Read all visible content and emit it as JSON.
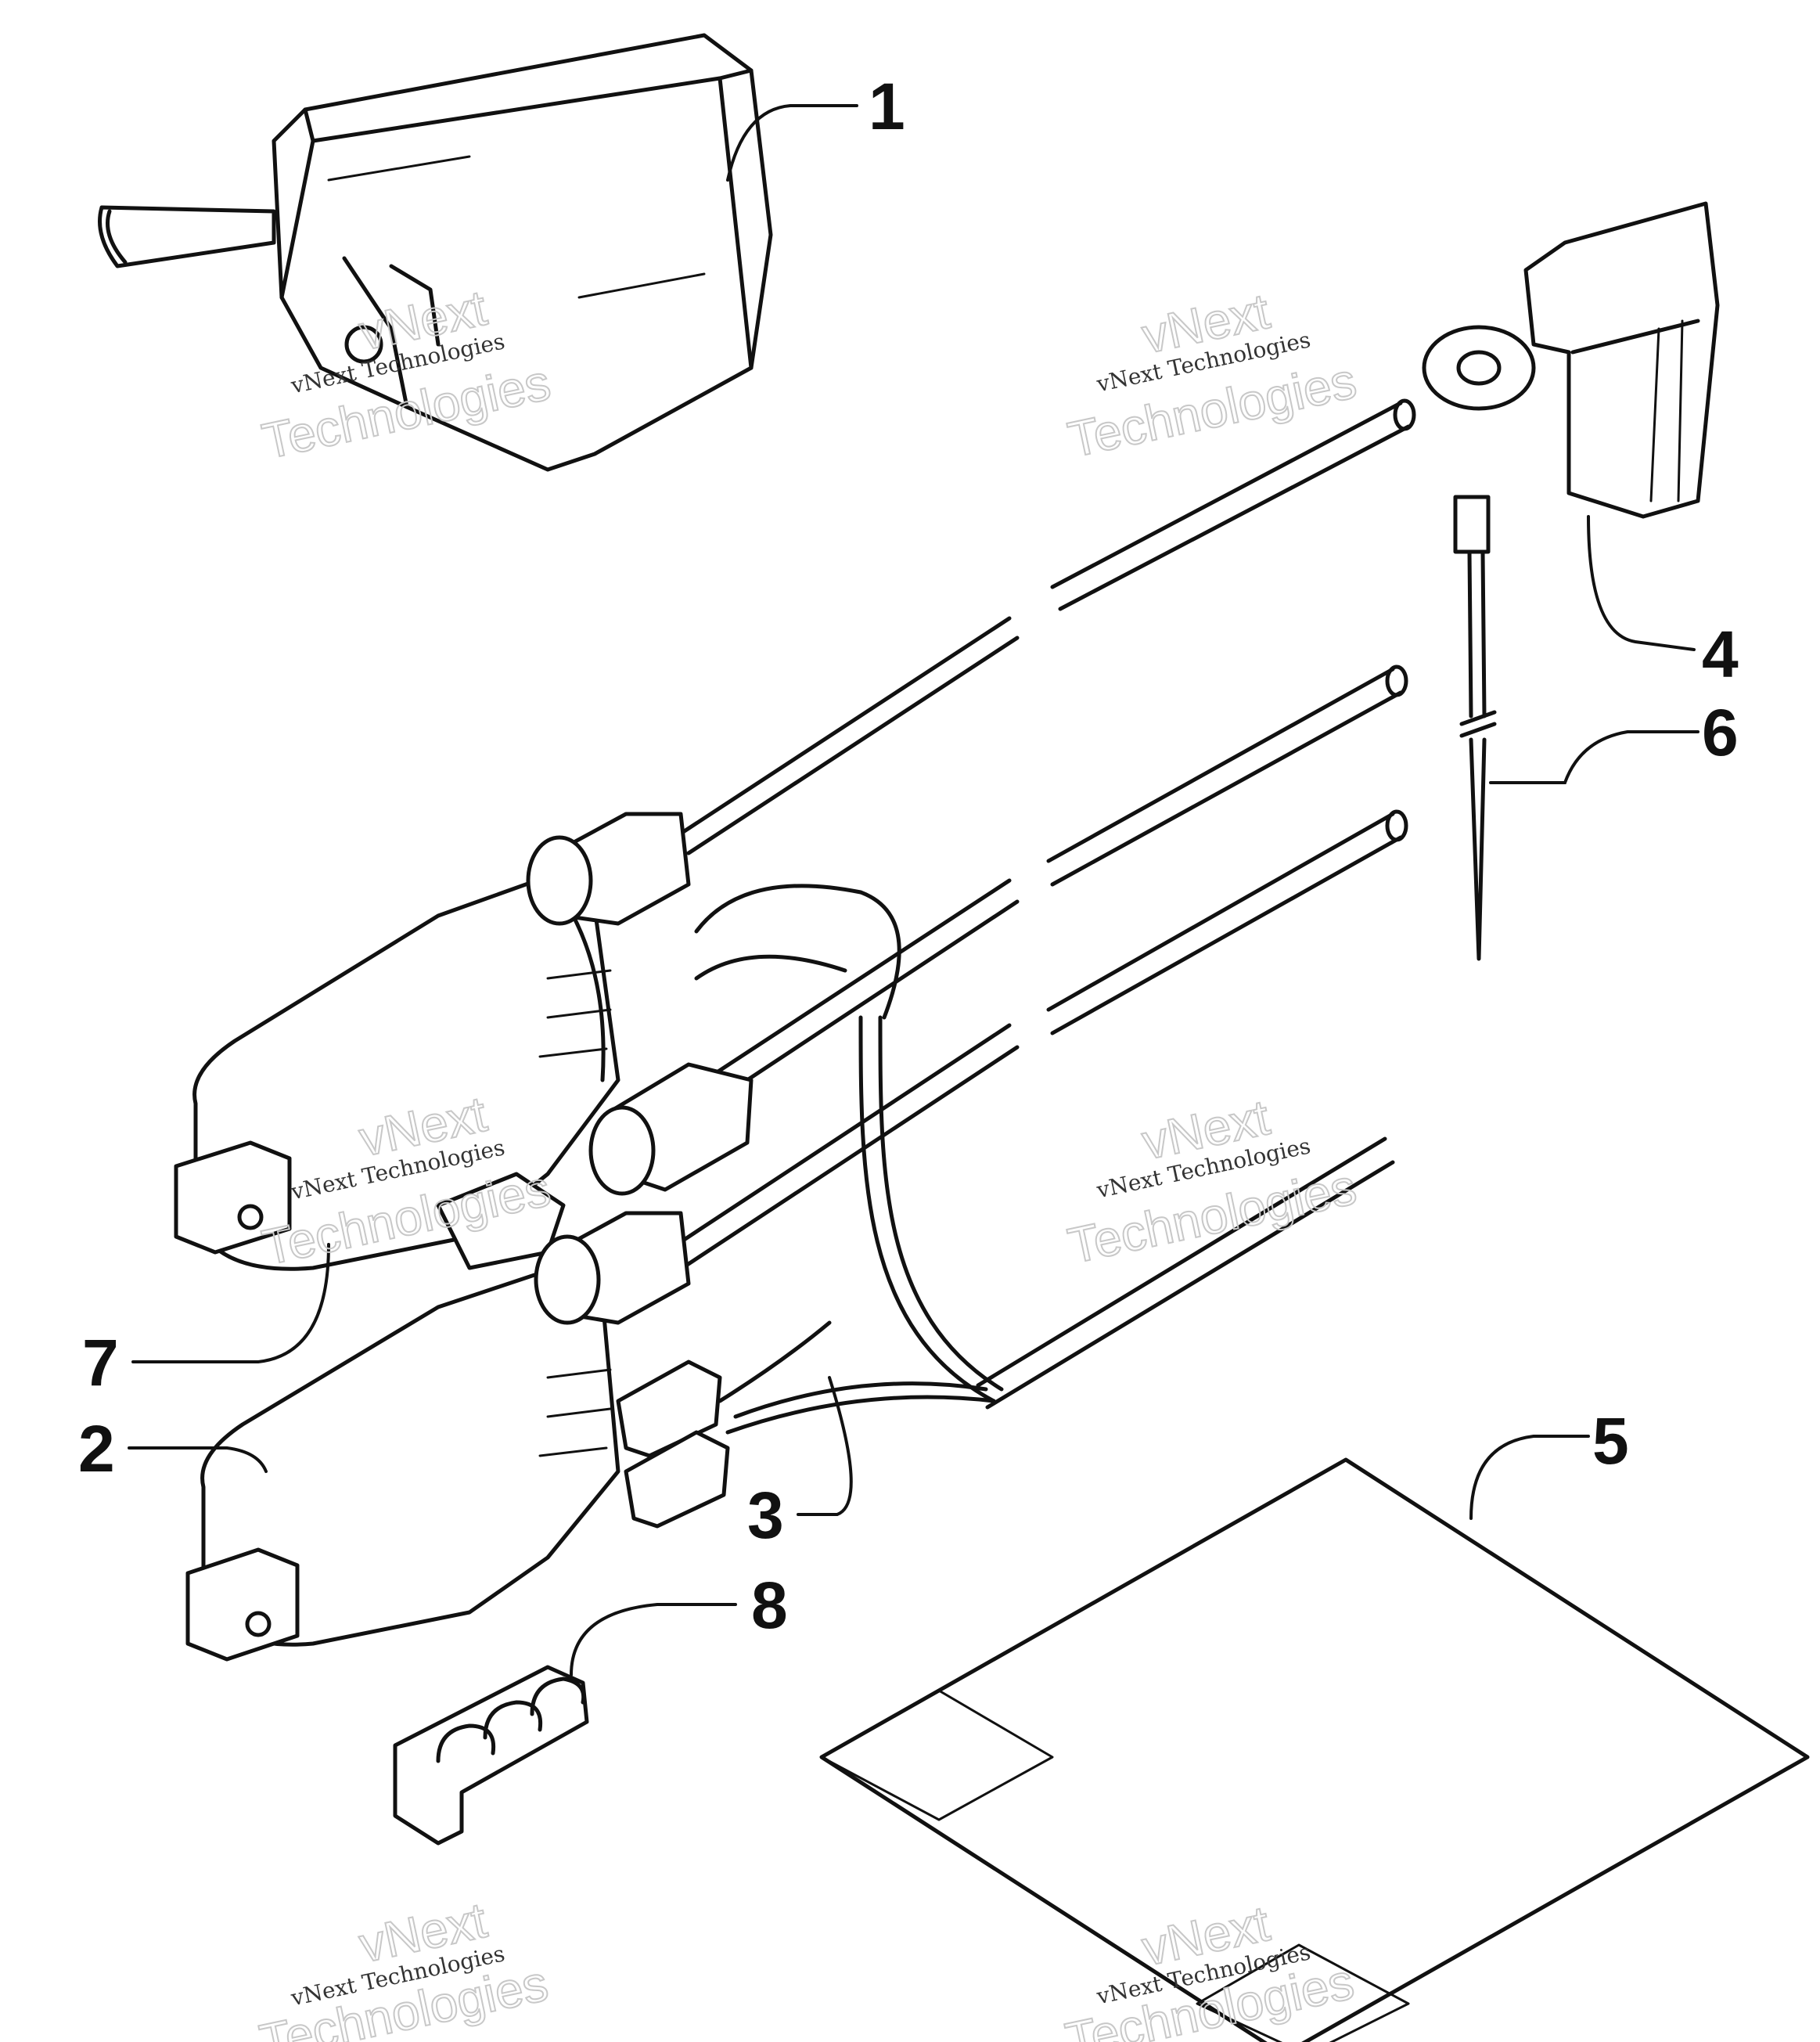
{
  "callouts": {
    "c1": "1",
    "c2": "2",
    "c3": "3",
    "c4": "4",
    "c5": "5",
    "c6": "6",
    "c7": "7",
    "c8": "8"
  },
  "watermark": {
    "top": "vNext",
    "middle": "vNext Technologies",
    "bottom": "Technologies"
  }
}
